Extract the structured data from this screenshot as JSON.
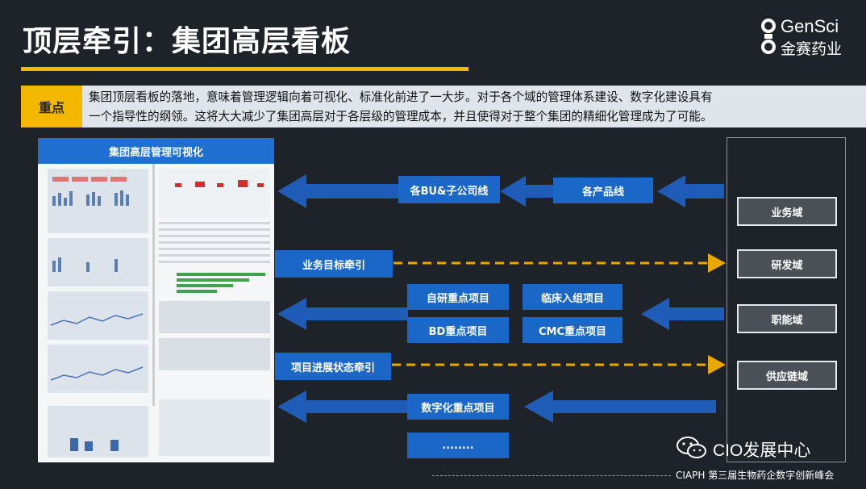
{
  "title": "顶层牵引：集团高层看板",
  "logo": {
    "en": "GenSci",
    "cn": "金赛药业"
  },
  "keypoint": {
    "badge": "重点",
    "line1": "集团顶层看板的落地，意味着管理逻辑向着可视化、标准化前进了一大步。对于各个域的管理体系建设、数字化建设具有",
    "line2": "一个指导性的纲领。这将大大减少了集团高层对于各层级的管理成本，并且使得对于整个集团的精细化管理成为了可能。"
  },
  "dashboard": {
    "header": "集团高层管理可视化"
  },
  "flow": {
    "bu_lines": "各BU&子公司线",
    "product_lines": "各产品线",
    "business_target": "业务目标牵引",
    "self_research": "自研重点项目",
    "clinical": "临床入组项目",
    "bd_projects": "BD重点项目",
    "cmc_projects": "CMC重点项目",
    "project_status": "项目进展状态牵引",
    "digital_projects": "数字化重点项目",
    "ellipsis": "........"
  },
  "domains": [
    "业务域",
    "研发域",
    "职能域",
    "供应链域"
  ],
  "watermark": "CIO发展中心",
  "footer": "CIAPH 第三届生物药企数字创新峰会",
  "colors": {
    "accent": "#f5b800",
    "box_blue": "#1a67c8",
    "arrow_blue": "#1f5cb8",
    "background": "#1d2329"
  }
}
